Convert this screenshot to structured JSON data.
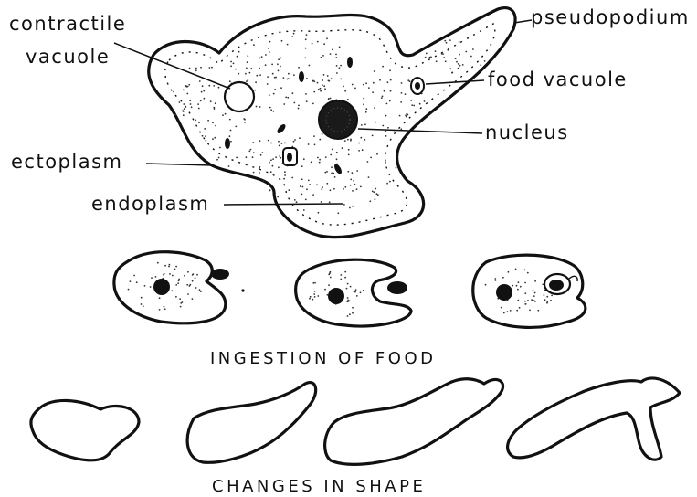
{
  "labels": {
    "contractile_vacuole": [
      "contractile",
      "vacuole"
    ],
    "pseudopodium": "pseudopodium",
    "food_vacuole": "food vacuole",
    "nucleus": "nucleus",
    "ectoplasm": "ectoplasm",
    "endoplasm": "endoplasm"
  },
  "captions": {
    "ingestion": "INGESTION OF FOOD",
    "shape_changes": "CHANGES IN SHAPE"
  },
  "colors": {
    "ink": "#111111",
    "paper": "#ffffff"
  }
}
